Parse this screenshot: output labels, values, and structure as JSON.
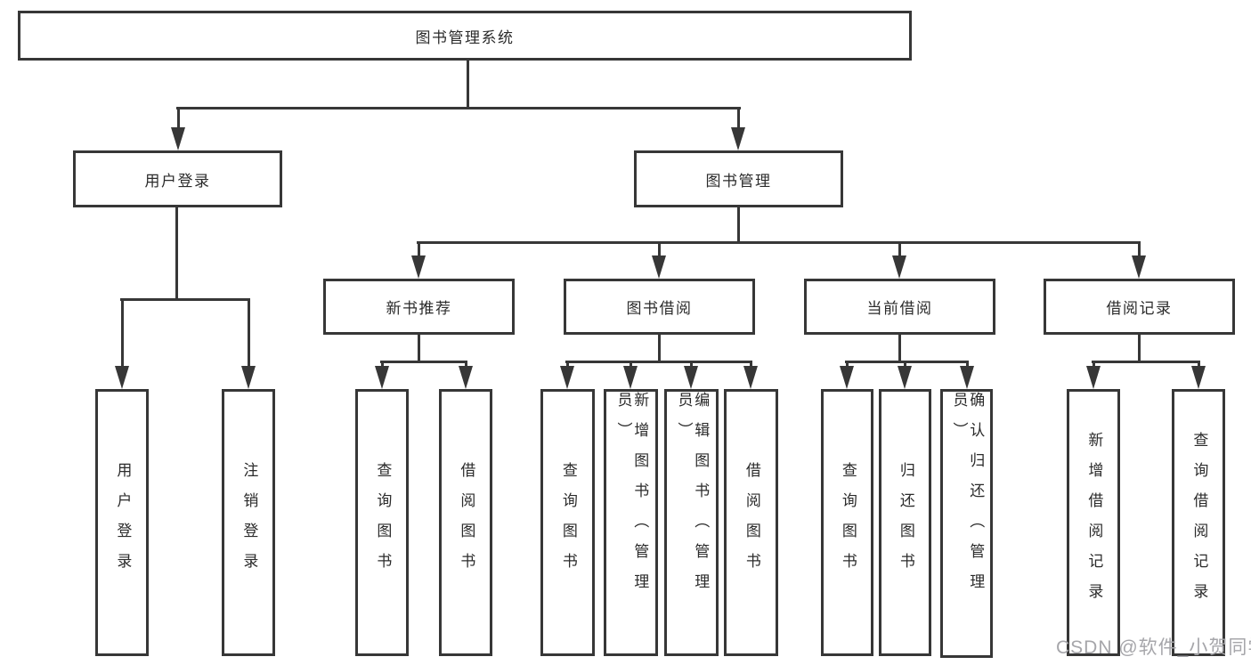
{
  "diagram": {
    "root": {
      "id": "system",
      "label": "图书管理系统",
      "children": [
        {
          "id": "user-login",
          "label": "用户登录",
          "children": [
            {
              "id": "ul-login",
              "label": "用户登录"
            },
            {
              "id": "ul-logout",
              "label": "注销登录"
            }
          ]
        },
        {
          "id": "book-mgmt",
          "label": "图书管理",
          "children": [
            {
              "id": "new-book-rec",
              "label": "新书推荐",
              "children": [
                {
                  "id": "nbr-query",
                  "label": "查询图书"
                },
                {
                  "id": "nbr-borrow",
                  "label": "借阅图书"
                }
              ]
            },
            {
              "id": "book-borrow",
              "label": "图书借阅",
              "children": [
                {
                  "id": "bb-query",
                  "label": "查询图书"
                },
                {
                  "id": "bb-add",
                  "label": "新增图书（管理员）"
                },
                {
                  "id": "bb-edit",
                  "label": "编辑图书（管理员）"
                },
                {
                  "id": "bb-borrow",
                  "label": "借阅图书"
                }
              ]
            },
            {
              "id": "current-borrow",
              "label": "当前借阅",
              "children": [
                {
                  "id": "cb-query",
                  "label": "查询图书"
                },
                {
                  "id": "cb-return",
                  "label": "归还图书"
                },
                {
                  "id": "cb-confirm",
                  "label": "确认归还（管理员）"
                }
              ]
            },
            {
              "id": "borrow-records",
              "label": "借阅记录",
              "children": [
                {
                  "id": "br-add",
                  "label": "新增借阅记录"
                },
                {
                  "id": "br-query",
                  "label": "查询借阅记录"
                }
              ]
            }
          ]
        }
      ]
    }
  },
  "watermark": {
    "text": "CSDN @软件_小贺同学"
  }
}
